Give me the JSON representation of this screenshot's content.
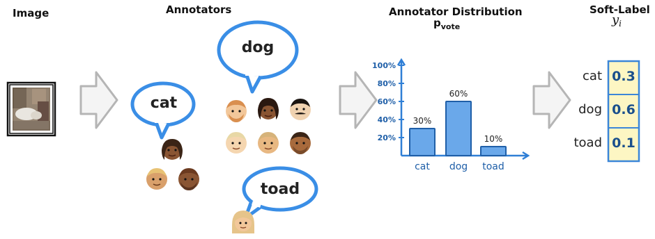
{
  "headers": {
    "image": "Image",
    "annotators": "Annotators",
    "distribution": "Annotator Distribution",
    "distribution_sub_p": "p",
    "distribution_sub_vote": "vote",
    "soft_label": "Soft-Label",
    "soft_label_symbol": "y",
    "soft_label_symbol_sub": "i"
  },
  "bubbles": [
    {
      "label": "cat"
    },
    {
      "label": "dog"
    },
    {
      "label": "toad"
    }
  ],
  "faces": {
    "cat_group": [
      "#3b2416",
      "#e8c274",
      "#6b3a1f"
    ],
    "dog_group": [
      "#d98f4f",
      "#4a2816",
      "#1a1410",
      "#e8d8a6",
      "#d6b37a",
      "#7a4b2a"
    ],
    "toad_group": [
      "#e6c48a"
    ],
    "skin": {
      "light": "#f2c79a",
      "medium": "#d9a06b",
      "dark": "#8a5533",
      "deep": "#5c3520"
    }
  },
  "chart_data": {
    "type": "bar",
    "categories": [
      "cat",
      "dog",
      "toad"
    ],
    "values": [
      30,
      60,
      10
    ],
    "value_labels": [
      "30%",
      "60%",
      "10%"
    ],
    "y_ticks": [
      "20%",
      "40%",
      "60%",
      "80%",
      "100%"
    ],
    "y_tick_values": [
      20,
      40,
      60,
      80,
      100
    ],
    "ylim": [
      0,
      100
    ],
    "bar_color": "#6aa8ea",
    "axis_color": "#2f7fd6"
  },
  "soft_label": {
    "rows": [
      {
        "label": "cat",
        "value": "0.3"
      },
      {
        "label": "dog",
        "value": "0.6"
      },
      {
        "label": "toad",
        "value": "0.1"
      }
    ],
    "fill": "#fdf6c3",
    "border": "#3b86d8"
  },
  "colors": {
    "bubble_stroke": "#3a8ee6",
    "arrow": "#b5b5b5"
  }
}
